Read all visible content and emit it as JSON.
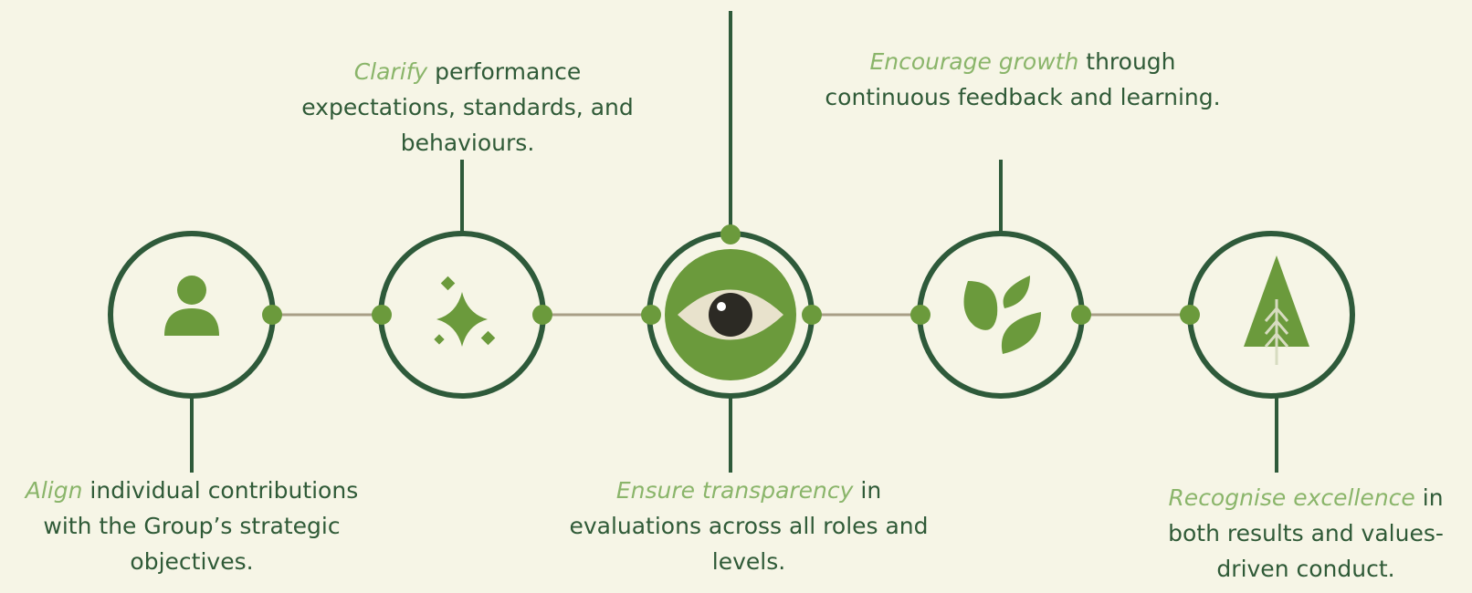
{
  "colors": {
    "background": "#f6f5e6",
    "ring": "#2e5a3a",
    "accent_green": "#6b9a3c",
    "text_dark": "#2f5a37",
    "text_emphasis": "#8ab56a",
    "connector": "#a89e86"
  },
  "steps": [
    {
      "icon": "person-icon",
      "emphasis": "Align",
      "text": " individual contributions with the Group’s strategic objectives."
    },
    {
      "icon": "sparkle-icon",
      "emphasis": "Clarify",
      "text": " performance expectations, standards, and behaviours."
    },
    {
      "icon": "eye-icon",
      "emphasis": "Ensure transparency",
      "text": " in evaluations across all roles and levels."
    },
    {
      "icon": "leaves-icon",
      "emphasis": "Encourage growth",
      "text": "  through continuous feedback and learning."
    },
    {
      "icon": "tree-icon",
      "emphasis": "Recognise excellence",
      "text": " in both results and values-driven conduct."
    }
  ]
}
